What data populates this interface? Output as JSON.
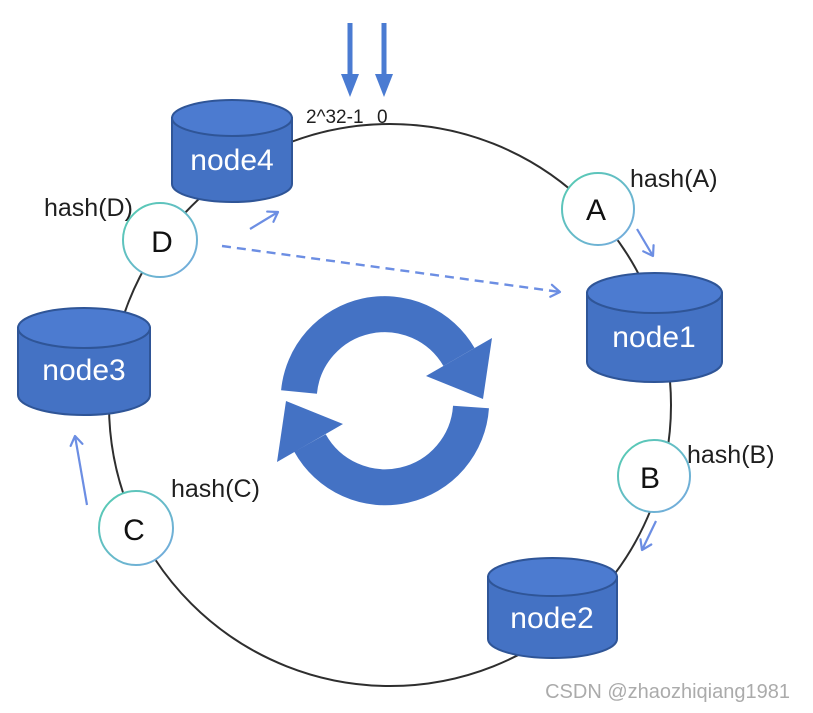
{
  "diagram": {
    "name": "consistent-hashing-ring",
    "ring_labels": {
      "max": "2^32-1",
      "zero": "0"
    },
    "nodes": {
      "node1": "node1",
      "node2": "node2",
      "node3": "node3",
      "node4": "node4"
    },
    "points": {
      "a": {
        "letter": "A",
        "hash": "hash(A)"
      },
      "b": {
        "letter": "B",
        "hash": "hash(B)"
      },
      "c": {
        "letter": "C",
        "hash": "hash(C)"
      },
      "d": {
        "letter": "D",
        "hash": "hash(D)"
      }
    }
  },
  "watermark": "CSDN @zhaozhiqiang1981",
  "colors": {
    "node_fill": "#4472C4",
    "node_top_fill": "#4C7BD0",
    "node_stroke": "#2F5597",
    "ring_stroke": "#2E2E2E",
    "cycle_icon": "#4472C4",
    "marker_arrow": "#4A7BD2",
    "thin_arrow": "#6C8EE3",
    "point_border_top": "#55CDB0",
    "point_border_bottom": "#76A9E0",
    "label_text": "#1F1F1F",
    "watermark_gray": "#ABABAB"
  }
}
